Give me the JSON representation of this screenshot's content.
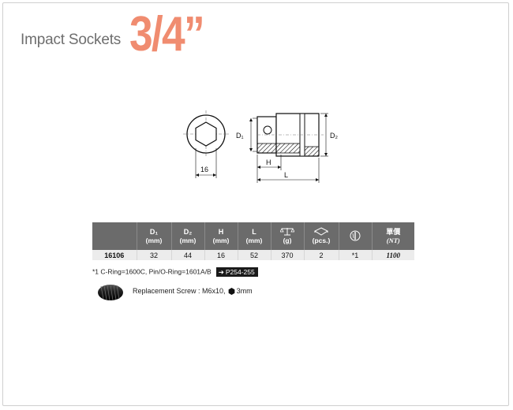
{
  "header": {
    "subtitle": "Impact Sockets",
    "size": "3/4”"
  },
  "diagram": {
    "label_d1": "D₁",
    "label_d2": "D₂",
    "label_h": "H",
    "label_l": "L",
    "label_hex": "16"
  },
  "table": {
    "columns": [
      {
        "top": "",
        "bottom": ""
      },
      {
        "top": "D₁",
        "bottom": "(mm)"
      },
      {
        "top": "D₂",
        "bottom": "(mm)"
      },
      {
        "top": "H",
        "bottom": "(mm)"
      },
      {
        "top": "L",
        "bottom": "(mm)"
      },
      {
        "icon": "scale-icon",
        "bottom": "(g)"
      },
      {
        "icon": "package-icon",
        "bottom": "(pcs.)"
      },
      {
        "icon": "pin-ring-icon",
        "bottom": ""
      },
      {
        "top": "單價",
        "bottom": "(NT)"
      }
    ],
    "rows": [
      [
        "16106",
        "32",
        "44",
        "16",
        "52",
        "370",
        "2",
        "*1",
        "1100"
      ]
    ]
  },
  "footnote": {
    "text": "*1 C-Ring=1600C, Pin/O-Ring=1601A/B",
    "ref": "P254-255"
  },
  "screw": {
    "label": "Replacement Screw : M6x10,",
    "hex_size": "3mm"
  },
  "colors": {
    "title_accent": "#f08c70",
    "header_bg": "#6b6b6b",
    "row_bg": "#ececec",
    "price": "#d22a1e"
  }
}
